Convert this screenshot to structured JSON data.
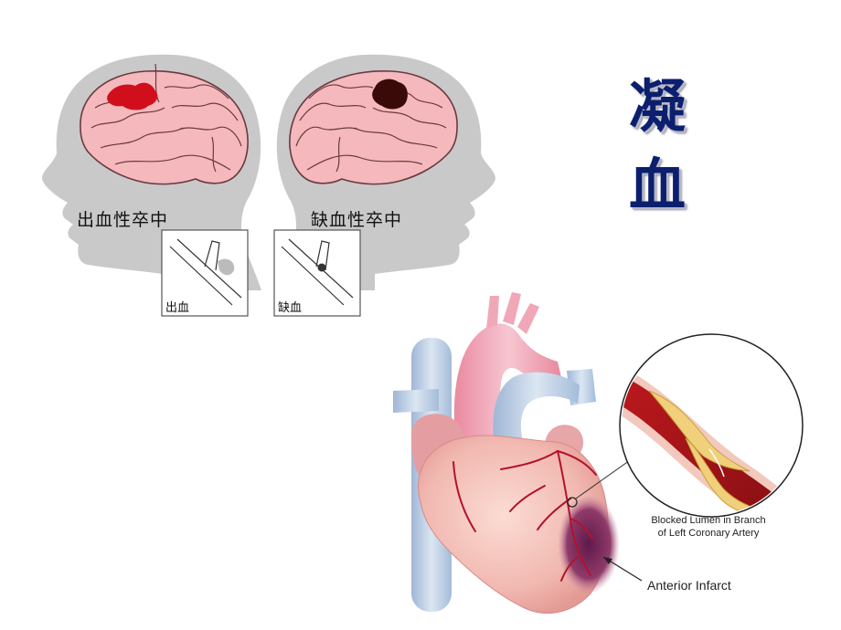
{
  "title": {
    "char1": "凝",
    "char2": "血"
  },
  "stroke_panel": {
    "hemorrhagic": {
      "label": "出血性卒中",
      "inset_label": "出血",
      "lesion_color": "#d10f1c"
    },
    "ischemic": {
      "label": "缺血性卒中",
      "inset_label": "缺血",
      "lesion_color": "#3a0a08"
    }
  },
  "heart_panel": {
    "callout_label_line1": "Blocked Lumen in Branch",
    "callout_label_line2": "of Left Coronary Artery",
    "infarct_label": "Anterior Infarct"
  },
  "colors": {
    "title": "#0b1f6e",
    "head_silhouette": "#c9c9c9",
    "brain": "#f4b8bd",
    "artery": "#b3122a"
  }
}
